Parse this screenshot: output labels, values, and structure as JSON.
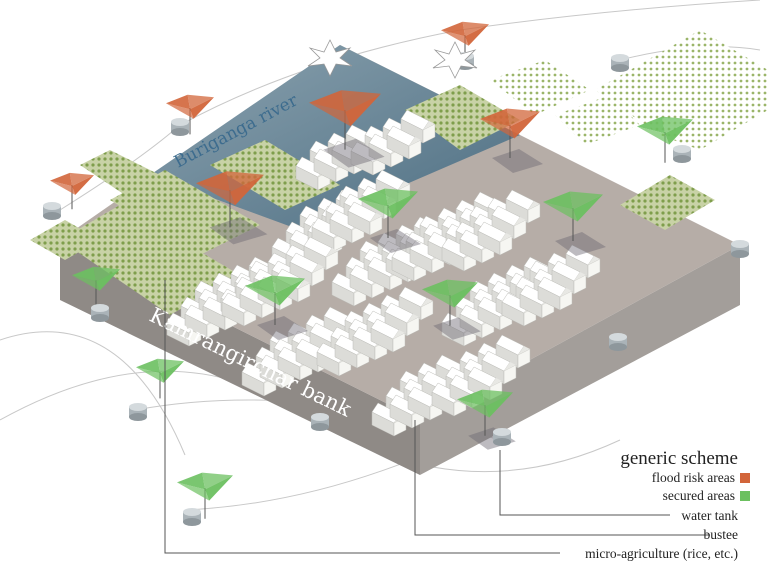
{
  "labels": {
    "river": "Buriganga river",
    "bank": "Kamrangirchar bank"
  },
  "legend": {
    "title": "generic scheme",
    "items": [
      {
        "label": "flood risk areas",
        "color": "#d2653a"
      },
      {
        "label": "secured areas",
        "color": "#6cc060"
      }
    ]
  },
  "callouts": [
    "water tank",
    "bustee",
    "micro-agriculture (rice, etc.)"
  ],
  "colors": {
    "platform_top": "#b5aca6",
    "platform_side": "#8e8a86",
    "river": "#5a7f93",
    "crop": "#8fae5c",
    "house": "#f2f2ee",
    "flood_canopy": "#d2653a",
    "secured_canopy": "#6cc060"
  }
}
